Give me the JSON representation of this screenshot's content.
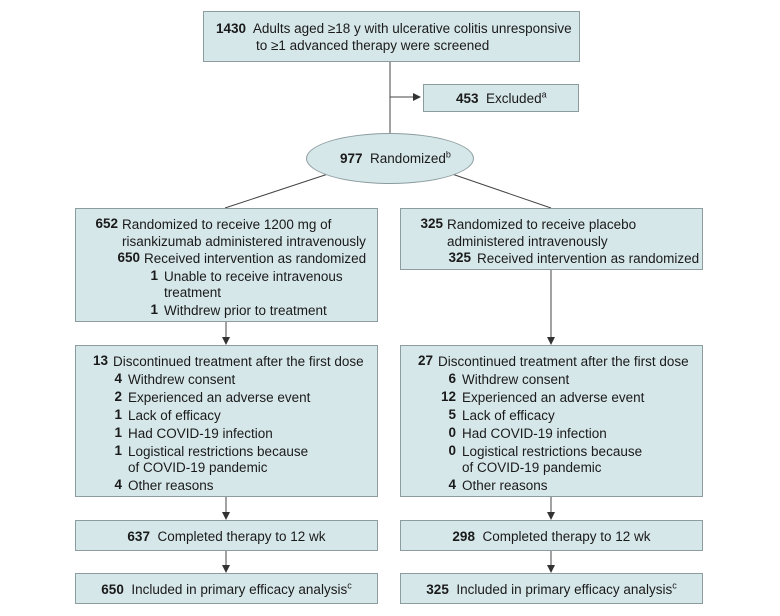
{
  "screened": {
    "n": "1430",
    "line1": "Adults aged ≥18 y with ulcerative colitis unresponsive",
    "line2": "to ≥1 advanced therapy were screened"
  },
  "excluded": {
    "n": "453",
    "text": "Excluded",
    "sup": "a"
  },
  "randomized": {
    "n": "977",
    "text": "Randomized",
    "sup": "b"
  },
  "left_arm": {
    "alloc": {
      "n": "652",
      "line1": "Randomized to receive 1200 mg of",
      "line2": "risankizumab administered intravenously",
      "received_n": "650",
      "received_text": "Received intervention as randomized",
      "sub": [
        {
          "n": "1",
          "line1": "Unable to receive intravenous",
          "line2": "treatment"
        },
        {
          "n": "1",
          "line1": "Withdrew prior to treatment",
          "line2": ""
        }
      ]
    },
    "discontinued": {
      "n": "13",
      "text": "Discontinued treatment after the first dose",
      "reasons": [
        {
          "n": "4",
          "line1": "Withdrew consent",
          "line2": ""
        },
        {
          "n": "2",
          "line1": "Experienced an adverse event",
          "line2": ""
        },
        {
          "n": "1",
          "line1": "Lack of efficacy",
          "line2": ""
        },
        {
          "n": "1",
          "line1": "Had COVID-19 infection",
          "line2": ""
        },
        {
          "n": "1",
          "line1": "Logistical restrictions because",
          "line2": "of COVID-19 pandemic"
        },
        {
          "n": "4",
          "line1": "Other reasons",
          "line2": ""
        }
      ]
    },
    "completed": {
      "n": "637",
      "text": "Completed therapy to 12 wk"
    },
    "analysis": {
      "n": "650",
      "text": "Included in primary efficacy analysis",
      "sup": "c"
    }
  },
  "right_arm": {
    "alloc": {
      "n": "325",
      "line1": "Randomized to receive placebo",
      "line2": "administered intravenously",
      "received_n": "325",
      "received_text": "Received intervention as randomized"
    },
    "discontinued": {
      "n": "27",
      "text": "Discontinued treatment after the first dose",
      "reasons": [
        {
          "n": "6",
          "line1": "Withdrew consent",
          "line2": ""
        },
        {
          "n": "12",
          "line1": "Experienced an adverse event",
          "line2": ""
        },
        {
          "n": "5",
          "line1": "Lack of efficacy",
          "line2": ""
        },
        {
          "n": "0",
          "line1": "Had COVID-19 infection",
          "line2": ""
        },
        {
          "n": "0",
          "line1": "Logistical restrictions because",
          "line2": "of COVID-19 pandemic"
        },
        {
          "n": "4",
          "line1": "Other reasons",
          "line2": ""
        }
      ]
    },
    "completed": {
      "n": "298",
      "text": "Completed therapy to 12 wk"
    },
    "analysis": {
      "n": "325",
      "text": "Included in primary efficacy analysis",
      "sup": "c"
    }
  }
}
